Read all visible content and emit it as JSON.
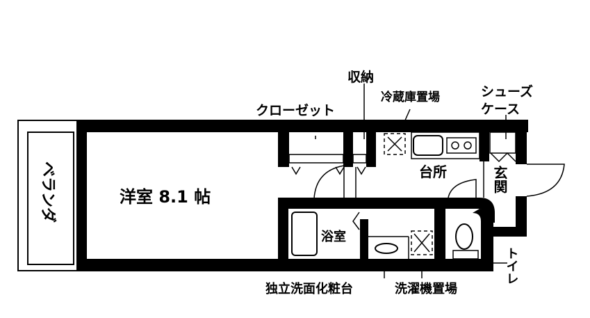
{
  "labels": {
    "veranda": "ベランダ",
    "western_room": "洋室 8.1 帖",
    "closet": "クローゼット",
    "storage": "収納",
    "fridge_space": "冷蔵庫置場",
    "shoes_case_line1": "シューズ",
    "shoes_case_line2": "ケース",
    "kitchen": "台所",
    "entrance": "玄関",
    "bathroom": "浴室",
    "toilet": "トイレ",
    "vanity": "独立洗面化粧台",
    "washer_space": "洗濯機置場"
  },
  "colors": {
    "wall": "#000000",
    "background": "#ffffff"
  }
}
